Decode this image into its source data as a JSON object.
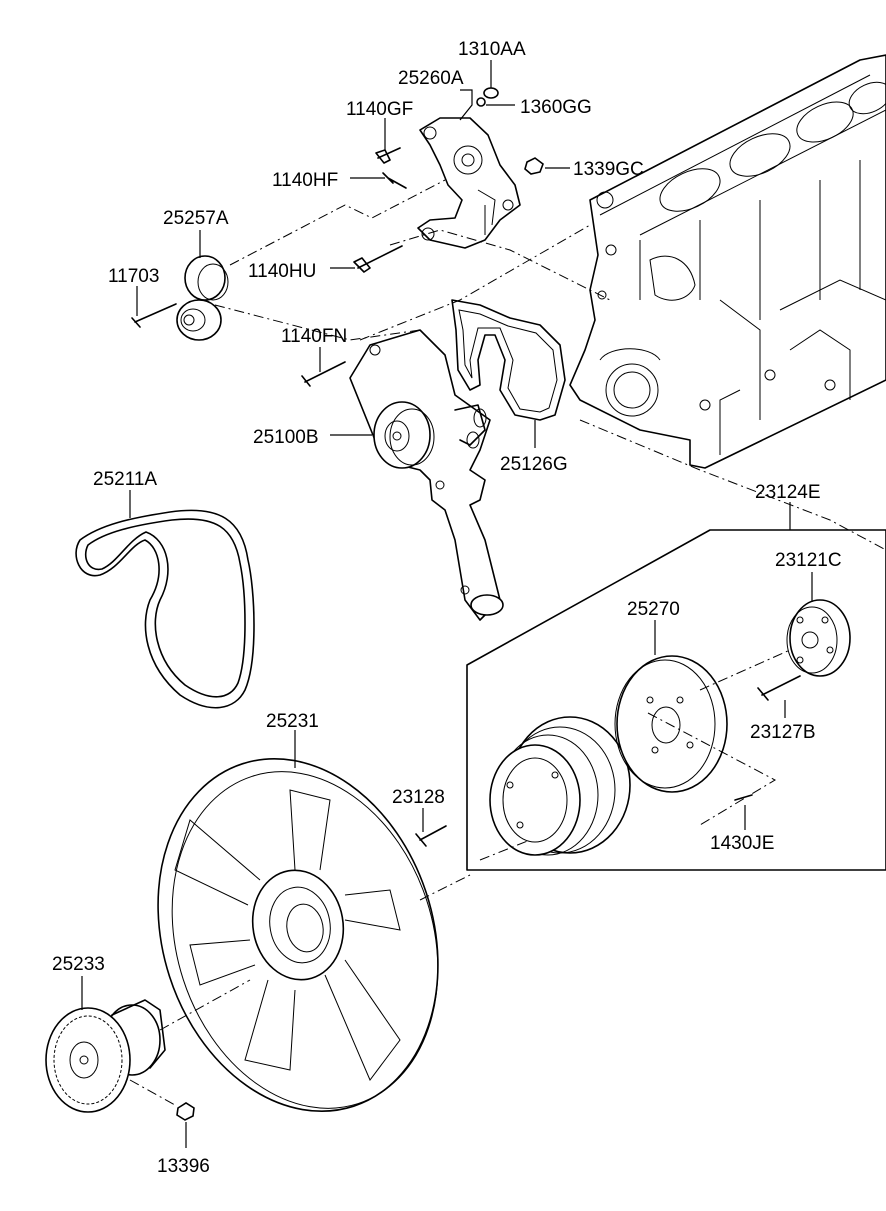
{
  "labels": {
    "p1310AA": "1310AA",
    "p25260A": "25260A",
    "p1140GF": "1140GF",
    "p1360GG": "1360GG",
    "p1339GC": "1339GC",
    "p1140HF": "1140HF",
    "p25257A": "25257A",
    "p11703": "11703",
    "p1140HU": "1140HU",
    "p1140FN": "1140FN",
    "p25100B": "25100B",
    "p25126G": "25126G",
    "p25211A": "25211A",
    "p23124E": "23124E",
    "p23121C": "23121C",
    "p25270": "25270",
    "p23127B": "23127B",
    "p25231": "25231",
    "p23128": "23128",
    "p1430JE": "1430JE",
    "p25233": "25233",
    "p13396": "13396"
  },
  "icons": {
    "engine_block": "engine-block-icon",
    "water_pump": "water-pump-icon",
    "fan": "cooling-fan-icon",
    "fan_clutch": "fan-clutch-icon",
    "belt": "drive-belt-icon",
    "damper_pulley": "damper-pulley-icon"
  },
  "colors": {
    "line": "#000000",
    "background": "#ffffff"
  }
}
